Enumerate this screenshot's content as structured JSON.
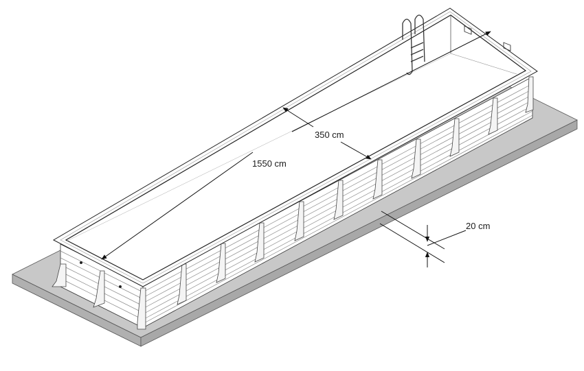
{
  "diagram": {
    "subject": "Rectangular above-ground wooden pool on concrete slab",
    "colors": {
      "slab_top": "#c8c8c8",
      "slab_side": "#b4b4b4",
      "wall": "#ffffff",
      "line": "#222222",
      "plank_line": "#8a8a8a",
      "water_surface": "#ffffff"
    },
    "dimensions": {
      "length": {
        "label": "1550 cm"
      },
      "width": {
        "label": "350 cm"
      },
      "slab_margin": {
        "label": "20 cm"
      }
    },
    "parts": [
      "concrete-slab",
      "pool-rim",
      "wall-planks",
      "buttress-supports",
      "ladder",
      "skimmers",
      "wall-nozzles"
    ]
  }
}
